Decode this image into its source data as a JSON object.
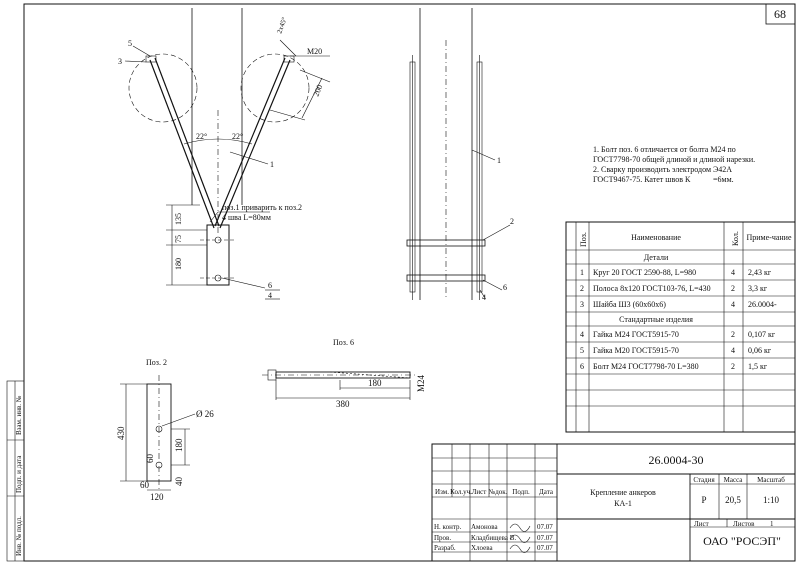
{
  "page_number": "68",
  "notes": [
    "1. Болт поз. 6 отличается от болта М24 по",
    "ГОСТ7798-70 общей длиной и длиной нарезки.",
    "2. Сварку производить электродом Э42А",
    "ГОСТ9467-75. Катет швов К",
    "=6мм."
  ],
  "front_view": {
    "pos_labels": [
      "5",
      "3",
      "1",
      "6",
      "4"
    ],
    "angles": [
      "22°",
      "22°"
    ],
    "dims": [
      "135",
      "75",
      "180",
      "200",
      "М20",
      "2х45°"
    ],
    "weld_note_1": "поз.1 приварить к поз.2",
    "weld_note_2": "4 шва L=80мм"
  },
  "side_view": {
    "pos_labels": [
      "1",
      "2",
      "4",
      "6"
    ]
  },
  "pos2": {
    "title": "Поз. 2",
    "dims": [
      "430",
      "180",
      "60",
      "40",
      "60",
      "120",
      "Ø 26"
    ]
  },
  "pos6": {
    "title": "Поз. 6",
    "dims": [
      "180",
      "380",
      "М24"
    ]
  },
  "spec": {
    "headers": [
      "Поз.",
      "Наименование",
      "Кол.",
      "Приме-чание"
    ],
    "section_details": "Детали",
    "section_standard": "Стандартные изделия",
    "rows": [
      {
        "pos": "1",
        "name": "Круг 20 ГОСТ 2590-88, L=980",
        "qty": "4",
        "note": "2,43 кг"
      },
      {
        "pos": "2",
        "name": "Полоса 8х120 ГОСТ103-76, L=430",
        "qty": "2",
        "note": "3,3 кг"
      },
      {
        "pos": "3",
        "name": "Шайба Ш3 (60х60х6)",
        "qty": "4",
        "note": "26.0004-"
      },
      {
        "pos": "4",
        "name": "Гайка М24 ГОСТ5915-70",
        "qty": "2",
        "note": "0,107 кг"
      },
      {
        "pos": "5",
        "name": "Гайка М20 ГОСТ5915-70",
        "qty": "4",
        "note": "0,06 кг"
      },
      {
        "pos": "6",
        "name": "Болт М24 ГОСТ7798-70 L=380",
        "qty": "2",
        "note": "1,5 кг"
      }
    ]
  },
  "title_block": {
    "doc_code": "26.0004-30",
    "title_1": "Крепление анкеров",
    "title_2": "КА-1",
    "col_headers": [
      "Изм.",
      "Кол.уч.",
      "Лист",
      "№док.",
      "Подп.",
      "Дата"
    ],
    "stage_label": "Стадия",
    "mass_label": "Масса",
    "scale_label": "Масштаб",
    "stage": "Р",
    "mass": "20,5",
    "scale": "1:10",
    "sheet_label": "Лист",
    "sheets_label": "Листов",
    "sheets": "1",
    "company": "ОАО \"РОСЭП\"",
    "roles": [
      "Н. контр.",
      "Пров.",
      "Разраб."
    ],
    "names": [
      "Амонова",
      "Кладбищева В.",
      "Хлоева"
    ],
    "dates": [
      "07.07",
      "07.07",
      "07.07"
    ]
  },
  "side_stamp": [
    "Инв. № подл.",
    "Подп. и дата",
    "Взам. инв. №"
  ]
}
